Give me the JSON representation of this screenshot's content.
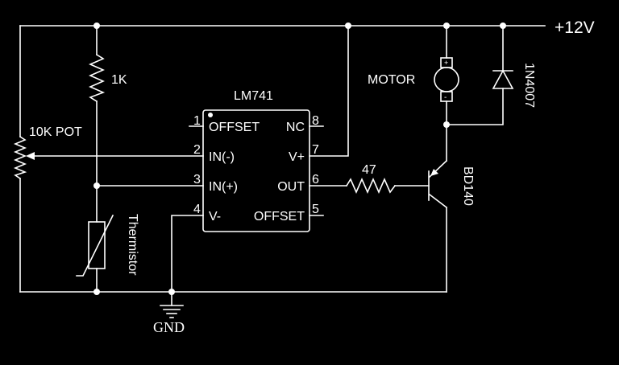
{
  "supply": {
    "label": "+12V"
  },
  "ground": {
    "label": "GND"
  },
  "ic": {
    "name": "LM741",
    "pins": {
      "p1": {
        "num": "1",
        "label": "OFFSET"
      },
      "p2": {
        "num": "2",
        "label": "IN(-)"
      },
      "p3": {
        "num": "3",
        "label": "IN(+)"
      },
      "p4": {
        "num": "4",
        "label": "V-"
      },
      "p5": {
        "num": "5",
        "label": "OFFSET"
      },
      "p6": {
        "num": "6",
        "label": "OUT"
      },
      "p7": {
        "num": "7",
        "label": "V+"
      },
      "p8": {
        "num": "8",
        "label": "NC"
      }
    }
  },
  "components": {
    "r1": {
      "label": "1K"
    },
    "pot": {
      "label": "10K POT"
    },
    "thermistor": {
      "label": "Thermistor"
    },
    "r2": {
      "label": "47"
    },
    "transistor": {
      "label": "BD140"
    },
    "motor": {
      "label": "MOTOR"
    },
    "diode": {
      "label": "1N4007"
    }
  },
  "colors": {
    "background": "#000000",
    "wire": "#ffffff"
  }
}
